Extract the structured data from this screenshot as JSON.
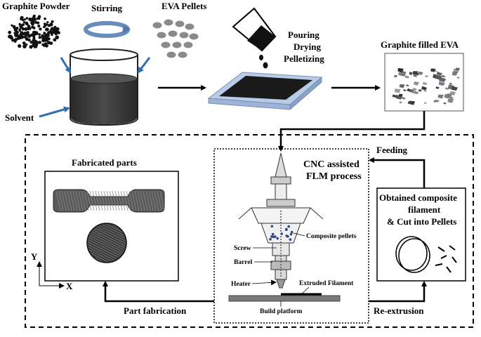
{
  "labels": {
    "graphite_powder": "Graphite Powder",
    "stirring": "Stirring",
    "eva_pellets": "EVA Pellets",
    "solvent": "Solvent",
    "pouring": "Pouring",
    "drying": "Drying",
    "pelletizing": "Pelletizing",
    "graphite_filled_eva": "Graphite filled EVA",
    "fabricated_parts": "Fabricated parts",
    "cnc_line1": "CNC assisted",
    "cnc_line2": "FLM process",
    "feeding": "Feeding",
    "composite_pellets": "Composite pellets",
    "screw": "Screw",
    "barrel": "Barrel",
    "heater": "Heater",
    "extruded_filament": "Extruded Filament",
    "build_platform": "Build platform",
    "obtained_line1": "Obtained composite",
    "obtained_line2": "filament",
    "obtained_line3": "& Cut into Pellets",
    "part_fabrication": "Part fabrication",
    "re_extrusion": "Re-extrusion",
    "axis_y": "Y",
    "axis_x": "X"
  },
  "colors": {
    "arrow_blue": "#2f6fb3",
    "solvent_dark": "#3a3a3a",
    "plate_blue": "#b8cce8",
    "plate_black": "#1a1a1a",
    "pellet_gray": "#8a8a8a",
    "build_plate": "#7a7a7a"
  }
}
